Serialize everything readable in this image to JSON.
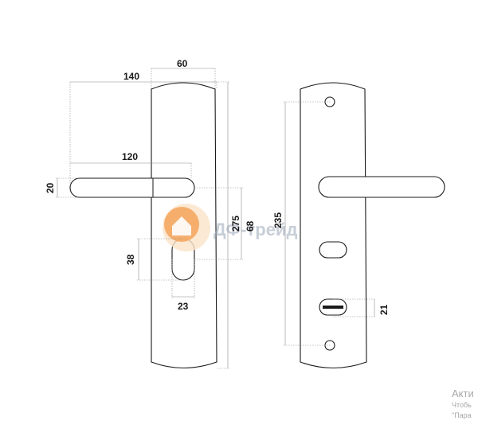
{
  "dimensions": {
    "width_top": "60",
    "overall_reach": "140",
    "handle_length": "120",
    "handle_thickness": "20",
    "plate_height": "275",
    "handle_to_keyhole": "68",
    "keyhole_height": "38",
    "keyhole_offset": "23",
    "hole_spacing": "235",
    "turn_offset": "21"
  },
  "watermark": {
    "text": "ДФ-трейд",
    "logo_colors": [
      "#f5a35a",
      "#f4c99a",
      "#fbe3c8"
    ]
  },
  "activation": {
    "title": "Акти",
    "line1": "Чтобь",
    "line2": "\"Пара"
  }
}
